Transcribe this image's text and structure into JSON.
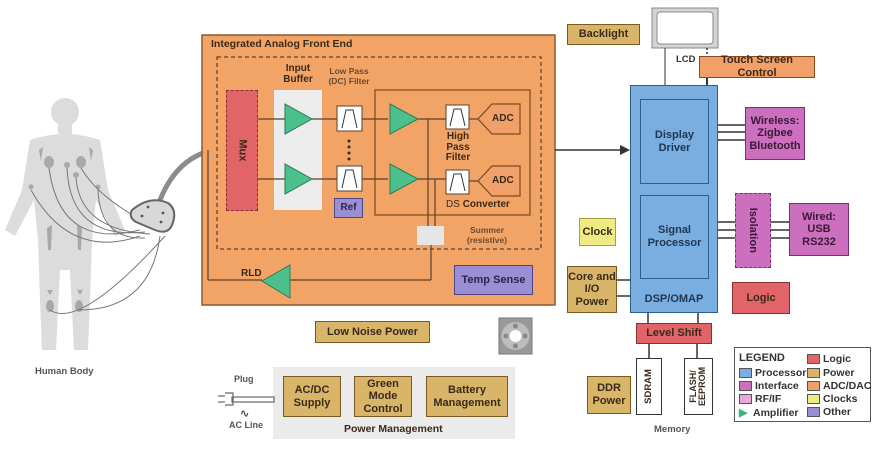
{
  "human_body": {
    "label": "Human Body"
  },
  "afe": {
    "title": "Integrated Analog Front End",
    "mux": "Mux",
    "input_buffer": "Input Buffer",
    "low_pass_filter": "Low Pass (DC) Filter",
    "high_pass_filter": "High Pass Filter",
    "adc_1": "ADC",
    "adc_2": "ADC",
    "ds_converter_prefix": "DS",
    "ds_converter": "Converter",
    "ref": "Ref",
    "summer": "Summer (resistive)",
    "rld": "RLD",
    "temp_sense": "Temp Sense"
  },
  "low_noise_power": "Low Noise Power",
  "power_management": {
    "title": "Power Management",
    "plug": "Plug",
    "ac_symbol": "∿",
    "ac_line": "AC Line",
    "ac_dc_supply": "AC/DC Supply",
    "green_mode_control": "Green Mode Control",
    "battery_management": "Battery Management"
  },
  "backlight": "Backlight",
  "lcd": "LCD",
  "touch_screen_control": "Touch Screen Control",
  "dsp": {
    "label": "DSP/OMAP",
    "display_driver": "Display Driver",
    "signal_processor": "Signal Processor"
  },
  "wireless": "Wireless: Zigbee Bluetooth",
  "isolation": "Isolation",
  "wired": "Wired: USB RS232",
  "clock": "Clock",
  "core_io_power": "Core and I/O Power",
  "logic": "Logic",
  "level_shift": "Level Shift",
  "ddr_power": "DDR Power",
  "memory": {
    "label": "Memory",
    "sdram": "SDRAM",
    "flash": "FLASH/ EEPROM"
  },
  "legend": {
    "title": "LEGEND",
    "items": [
      {
        "label": "Processor",
        "color": "#7aaee0"
      },
      {
        "label": "Interface",
        "color": "#cc6fbf"
      },
      {
        "label": "RF/IF",
        "color": "#eaa8d8"
      },
      {
        "label": "Amplifier",
        "color": "#3cb482",
        "shape": "triangle"
      },
      {
        "label": "Logic",
        "color": "#e06468"
      },
      {
        "label": "Power",
        "color": "#d9b56a"
      },
      {
        "label": "ADC/DAC",
        "color": "#f0a068"
      },
      {
        "label": "Clocks",
        "color": "#eeea84"
      },
      {
        "label": "Other",
        "color": "#9a8fd2"
      }
    ]
  },
  "colors": {
    "afe_bg": "#f2a466",
    "amplifier": "#4cc08c",
    "processor": "#7aaee0",
    "power": "#d9b56a"
  }
}
